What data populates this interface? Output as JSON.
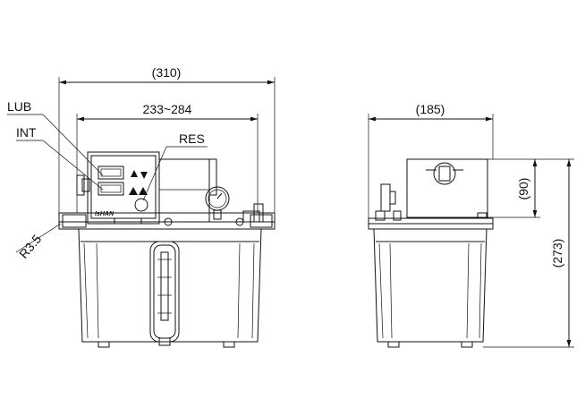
{
  "front_view": {
    "overall_width": "(310)",
    "mount_width": "233~284",
    "callouts": {
      "lub": "LUB",
      "int": "INT",
      "res": "RES"
    },
    "corner_radius": "R3.5",
    "brand": "IsHAN"
  },
  "side_view": {
    "overall_depth": "(185)",
    "top_height": "(90)",
    "overall_height": "(273)"
  }
}
